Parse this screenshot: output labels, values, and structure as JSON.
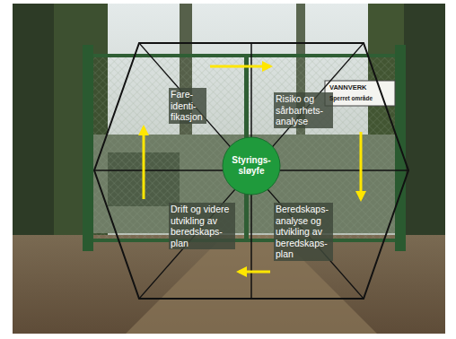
{
  "diagram": {
    "nodes": [
      {
        "text": [
          "Fare- identi- fikasjon"
        ]
      },
      {
        "text": [
          "Risiko og sårbarhets- analyse"
        ]
      },
      {
        "text": [
          "Styrings- sløyfe"
        ]
      },
      {
        "text": [
          "Drift og videre utvikling av beredskaps- plan"
        ]
      },
      {
        "text": [
          "Beredskaps- analyse og utvikling av beredskaps- plan"
        ]
      }
    ],
    "edges": [
      {
        "from": 0,
        "to": 1,
        "arrow": "to"
      },
      {
        "from": 1,
        "to": 4,
        "arrow": "to"
      },
      {
        "from": 4,
        "to": 3,
        "arrow": "to"
      },
      {
        "from": 3,
        "to": 0,
        "arrow": "to"
      }
    ],
    "labels": [
      "VANNVERK",
      "Sperret område"
    ]
  }
}
